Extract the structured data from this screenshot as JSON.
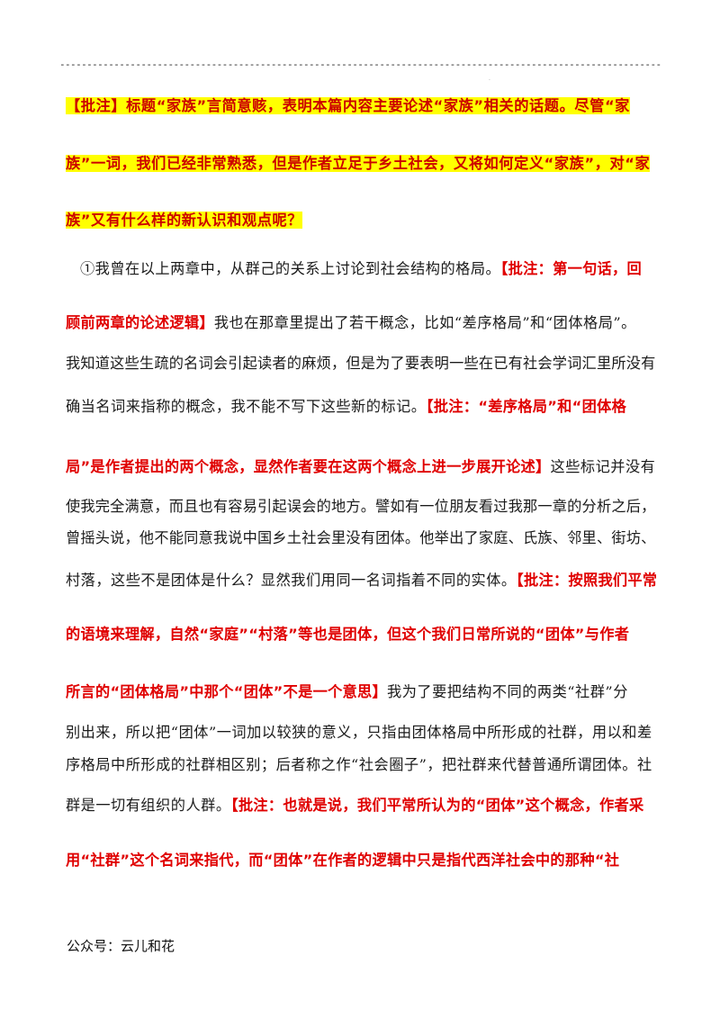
{
  "header_rule": "-----------------------------------------------------------------------------------------------------------------",
  "intro_lines": [
    "【批注】标题“家族”言简意赅，表明本篇内容主要论述“家族”相关的话题。尽管“家",
    "族”一词，我们已经非常熟悉，但是作者立足于乡土社会，又将如何定义“家族”，对“家",
    "族”又有什么样的新认识和观点呢？"
  ],
  "para": {
    "l1_text": "①我曾在以上两章中，从群己的关系上讨论到社会结构的格局。",
    "l1_note": "【批注：第一句话，回",
    "l2_note": "顾前两章的论述逻辑】",
    "l2_text": "我也在那章里提出了若干概念，比如“差序格局”和“团体格局”。",
    "l3_text": "我知道这些生疏的名词会引起读者的麻烦，但是为了要表明一些在已有社会学词汇里所没有",
    "l4_text": "确当名词来指称的概念，我不能不写下这些新的标记。",
    "l4_note": "【批注：“差序格局”和“团体格",
    "l5_note": "局”是作者提出的两个概念，显然作者要在这两个概念上进一步展开论述】",
    "l5_text": "这些标记并没有",
    "l6_text": "使我完全满意，而且也有容易引起误会的地方。譬如有一位朋友看过我那一章的分析之后，",
    "l7_text": "曾摇头说，他不能同意我说中国乡土社会里没有团体。他举出了家庭、氏族、邻里、街坊、",
    "l8_text": "村落，这些不是团体是什么？显然我们用同一名词指着不同的实体。",
    "l8_note": "【批注：按照我们平常",
    "l9_note": "的语境来理解，自然“家庭”“村落”等也是团体，但这个我们日常所说的“团体”与作者",
    "l10_note": "所言的“团体格局”中那个“团体”不是一个意思】",
    "l10_text": "我为了要把结构不同的两类“社群”分",
    "l11_text": "别出来，所以把“团体”一词加以较狭的意义，只指由团体格局中所形成的社群，用以和差",
    "l12_text": "序格局中所形成的社群相区别；后者称之作“社会圈子”，把社群来代替普通所谓团体。社",
    "l13_text": "群是一切有组织的人群。",
    "l13_note": "【批注：也就是说，我们平常所认为的“团体”这个概念，作者采",
    "l14_note": "用“社群”这个名词来指代，而“团体”在作者的逻辑中只是指代西洋社会中的那种“社"
  },
  "footer": "公众号：云儿和花",
  "colors": {
    "note_red": "#e00000",
    "highlight": "#ffff00"
  }
}
